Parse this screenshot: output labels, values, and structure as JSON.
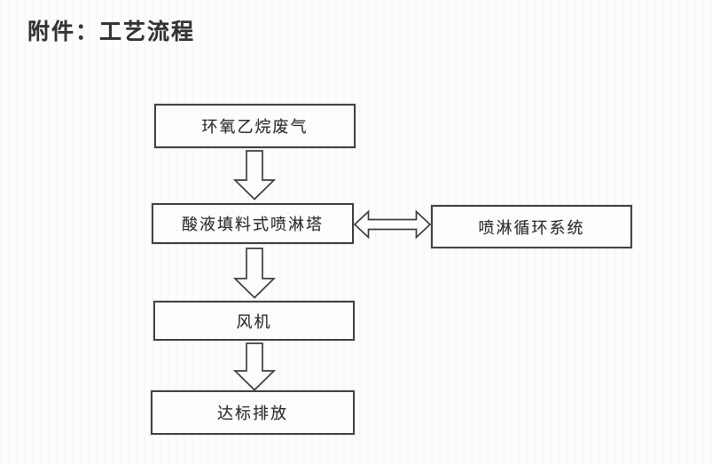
{
  "title": "附件：工艺流程",
  "flowchart": {
    "nodes": [
      {
        "id": "waste-gas",
        "label": "环氧乙烷废气"
      },
      {
        "id": "spray-tower",
        "label": "酸液填料式喷淋塔"
      },
      {
        "id": "spray-circulation",
        "label": "喷淋循环系统"
      },
      {
        "id": "fan",
        "label": "风机"
      },
      {
        "id": "discharge",
        "label": "达标排放"
      }
    ],
    "connections": [
      {
        "from": "环氧乙烷废气",
        "to": "酸液填料式喷淋塔",
        "type": "down-block-arrow"
      },
      {
        "from": "酸液填料式喷淋塔",
        "to": "喷淋循环系统",
        "type": "double-headed-block-arrow"
      },
      {
        "from": "酸液填料式喷淋塔",
        "to": "风机",
        "type": "down-block-arrow"
      },
      {
        "from": "风机",
        "to": "达标排放",
        "type": "down-block-arrow"
      }
    ]
  }
}
